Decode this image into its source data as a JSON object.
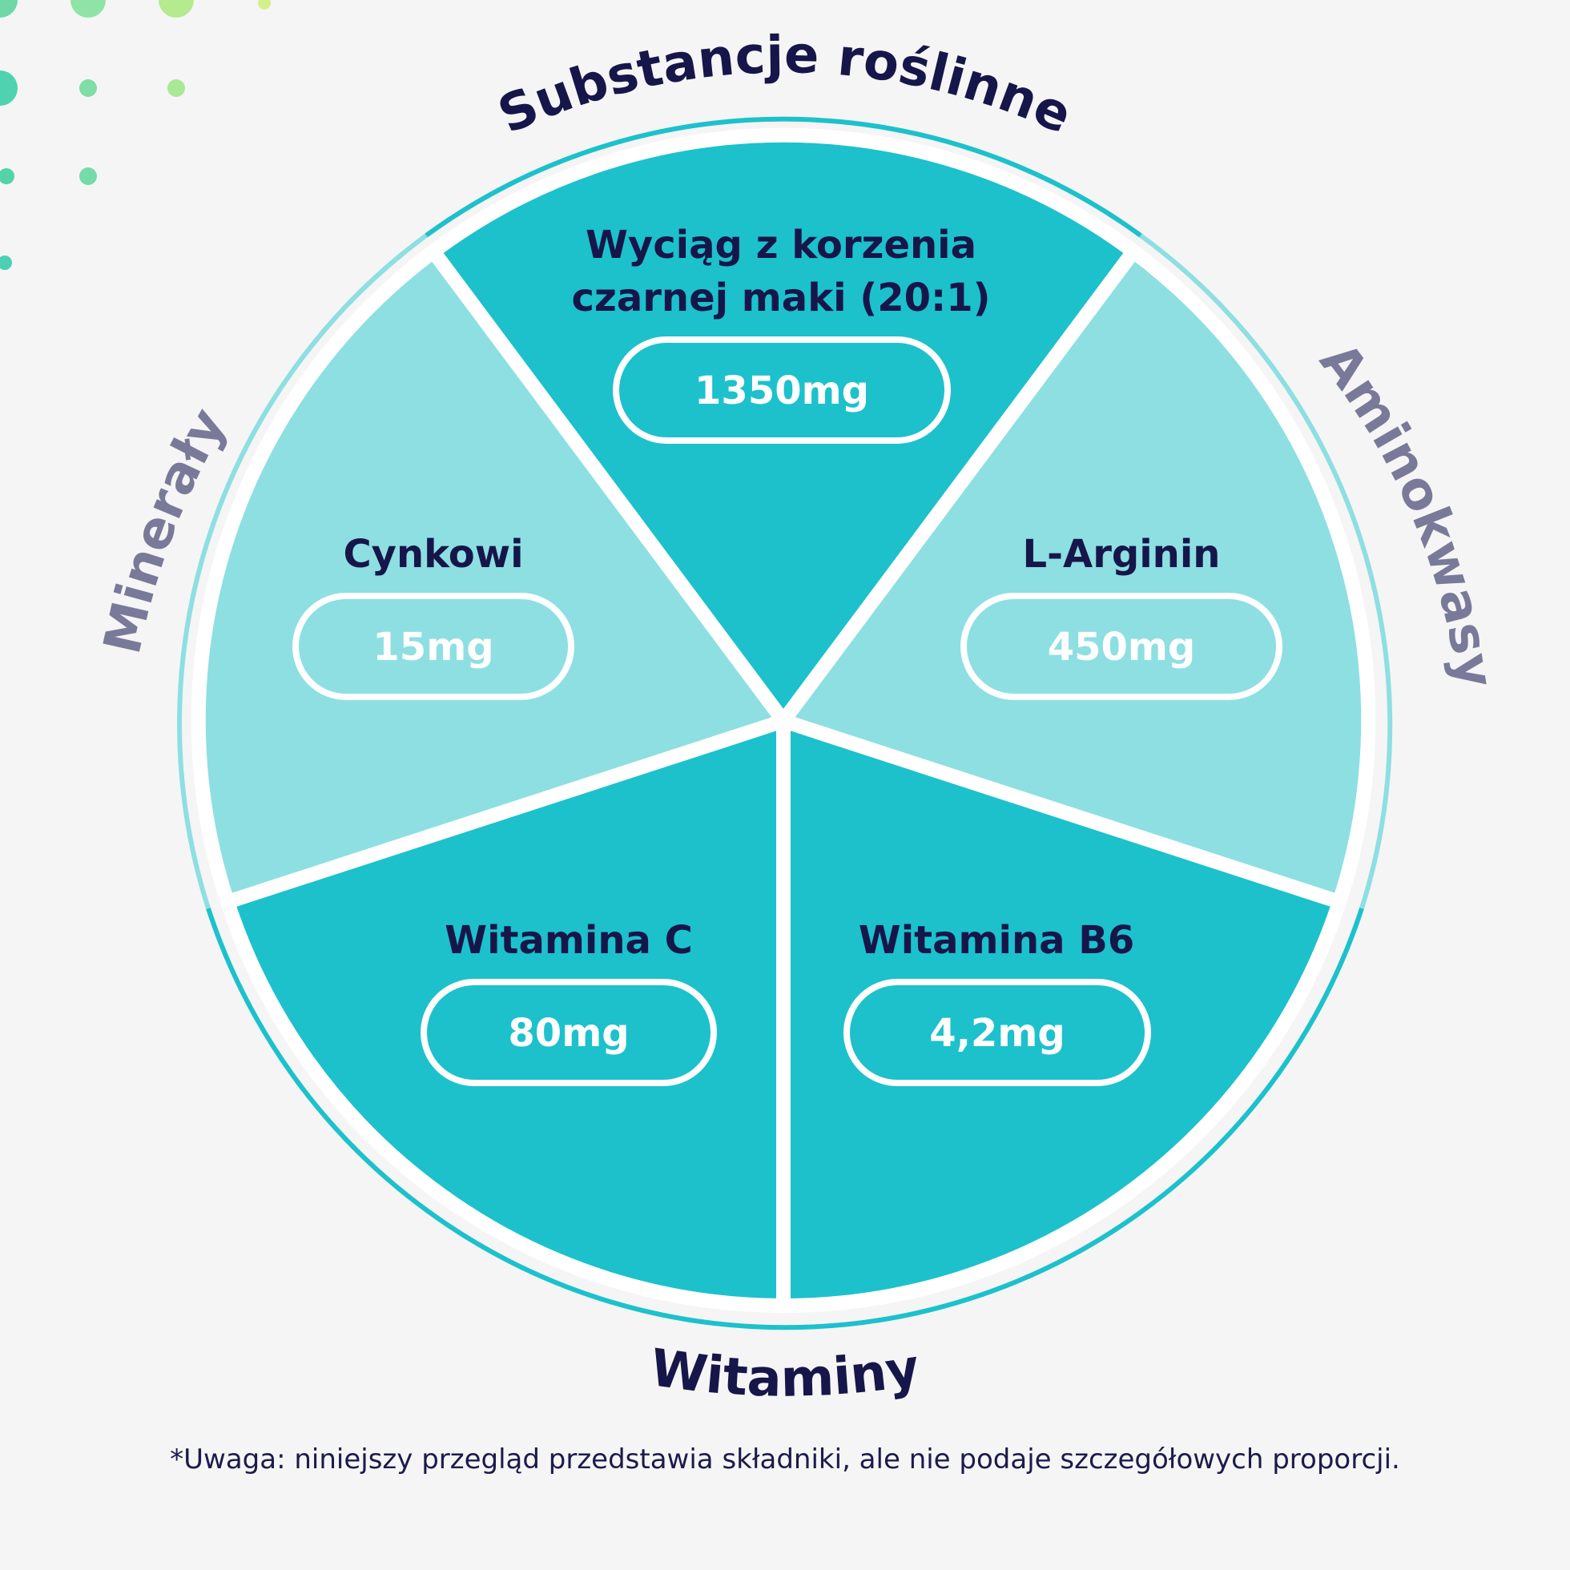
{
  "colors": {
    "dark_teal": "#1cc1cc",
    "light_teal": "#8ddfe2",
    "navy": "#16164a",
    "gray": "#797a99",
    "background": "#f5f5f5",
    "white": "#ffffff"
  },
  "categories": {
    "top": "Substancje roślinne",
    "right": "Aminokwasy",
    "bottom": "Witaminy",
    "left": "Minerały"
  },
  "segments": {
    "top": {
      "line1": "Wyciąg z korzenia",
      "line2": "czarnej maki (20:1)",
      "amount": "1350mg"
    },
    "right": {
      "name": "L-Arginin",
      "amount": "450mg"
    },
    "bottom_right": {
      "name": "Witamina B6",
      "amount": "4,2mg"
    },
    "bottom_left": {
      "name": "Witamina C",
      "amount": "80mg"
    },
    "left": {
      "name": "Cynkowi",
      "amount": "15mg"
    }
  },
  "footnote": "*Uwaga: niniejszy przegląd przedstawia składniki, ale nie podaje szczegółowych proporcji."
}
